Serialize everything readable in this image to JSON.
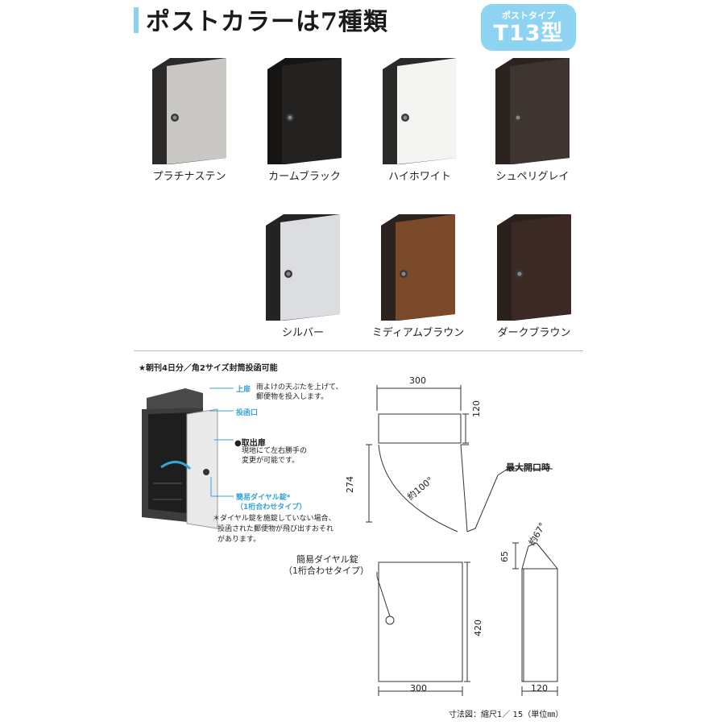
{
  "header": {
    "title": "ポストカラーは7種類",
    "badge_sub": "ポストタイプ",
    "badge_main": "T13型"
  },
  "colors": [
    {
      "label": "プラチナステン",
      "front": "#c9c8c4",
      "body": "#2b2a28"
    },
    {
      "label": "カームブラック",
      "front": "#232220",
      "body": "#161514"
    },
    {
      "label": "ハイホワイト",
      "front": "#f4f4f2",
      "body": "#2b2a28"
    },
    {
      "label": "シュペリグレイ",
      "front": "#3e3530",
      "body": "#2a2320"
    },
    {
      "label": "シルバー",
      "front": "#dcdde0",
      "body": "#242322"
    },
    {
      "label": "ミディアムブラウン",
      "front": "#7a4a2a",
      "body": "#2c2320"
    },
    {
      "label": "ダークブラウン",
      "front": "#3b2a24",
      "body": "#2a201c"
    }
  ],
  "diagram": {
    "note_head": "★朝刊4日分／角2サイズ封筒投函可能",
    "top_door_label": "上扉",
    "top_door_desc_1": "雨よけの天ぶたを上げて、",
    "top_door_desc_2": "郵便物を投入します。",
    "slot_label": "投函口",
    "take_door_label": "●取出扉",
    "take_door_desc_1": "現地にて左右勝手の",
    "take_door_desc_2": "変更が可能です。",
    "lock_label_1": "簡易ダイヤル錠*",
    "lock_label_2": "（1桁合わせタイプ）",
    "warning_1": "＊ダイヤル錠を施錠していない場合、",
    "warning_2": "投函された郵便物が飛び出すおそれ",
    "warning_3": "があります。"
  },
  "drawing": {
    "top_width": "300",
    "top_depth": "120",
    "swing_height": "274",
    "swing_angle": "約100°",
    "max_open": "最大開口時",
    "lock_callout_1": "簡易ダイヤル錠",
    "lock_callout_2": "（1桁合わせタイプ）",
    "front_height": "420",
    "front_width": "300",
    "side_top": "65",
    "side_angle": "約67°",
    "side_depth": "120"
  },
  "footer": "寸法図：縮尺1／ 15（単位㎜）"
}
